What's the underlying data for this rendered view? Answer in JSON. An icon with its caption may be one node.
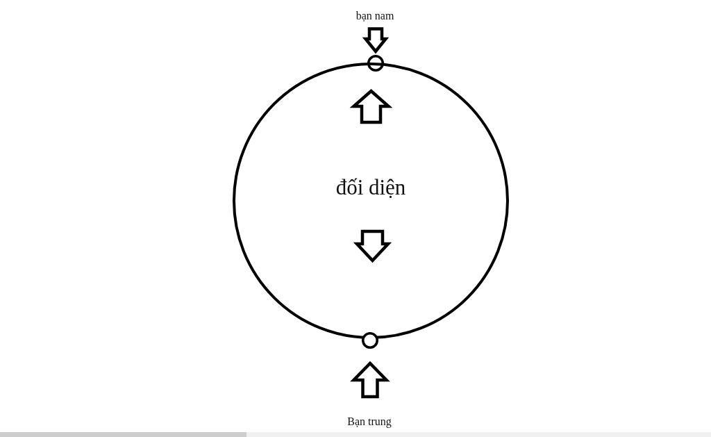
{
  "diagram": {
    "nodes": [
      {
        "text": [
          "bạn nam"
        ]
      },
      {
        "text": [],
        "shape": "circle"
      },
      {
        "text": [
          "đối diện"
        ]
      },
      {
        "text": [],
        "shape": "circle"
      },
      {
        "text": [
          "Bạn trung"
        ]
      }
    ],
    "edges": [
      {
        "from": 0,
        "to": 1,
        "arrow": "to"
      },
      {
        "from": 4,
        "to": 3,
        "arrow": "to"
      }
    ]
  }
}
